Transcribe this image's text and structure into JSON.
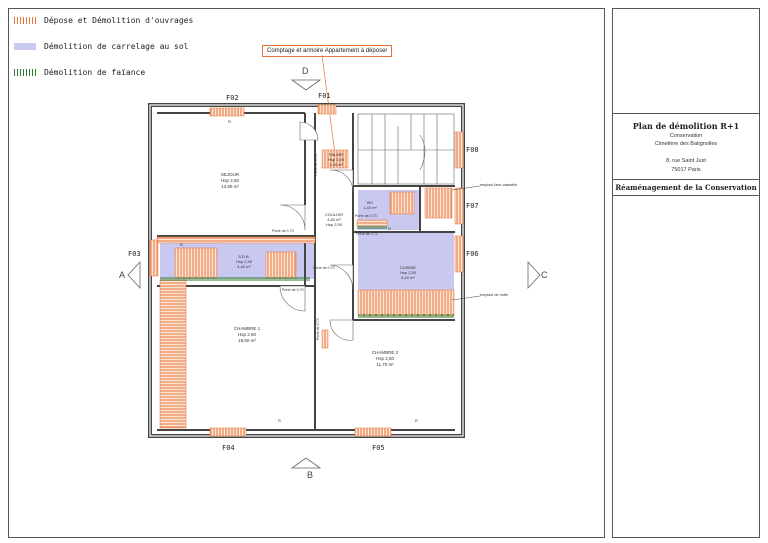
{
  "legend": [
    {
      "label": "Dépose et Démolition d'ouvrages",
      "swatch": "orange-hatch",
      "color": "#e8743b"
    },
    {
      "label": "Démolition de carrelage au sol",
      "swatch": "blue-fill",
      "color": "#c8c8f0"
    },
    {
      "label": "Démolition de faïance",
      "swatch": "green-hatch",
      "color": "#2f7d2f"
    }
  ],
  "callout": "Comptage et armoire Appartement à déposer",
  "section_markers": {
    "top": "D",
    "bottom": "B",
    "left": "A",
    "right": "C"
  },
  "windows": {
    "f01": "F01",
    "f02": "F02",
    "f03": "F03",
    "f04": "F04",
    "f05": "F05",
    "f06": "F06",
    "f07": "F07",
    "f08": "F08"
  },
  "rooms": {
    "sejour": {
      "name": "SEJOUR",
      "hsp": "Hsp 2,50",
      "area": "13,80 m²"
    },
    "palier": {
      "name": "PALIER",
      "hsp": "Hsp 2,50",
      "area": "1,90 m²"
    },
    "couloir": {
      "name": "COULOIR",
      "area": "4,80 m²",
      "hsp": "Hsp 2,50"
    },
    "wc": {
      "name": "WC",
      "area": "1,40 m²"
    },
    "sdb": {
      "name": "S.D.B.",
      "hsp": "Hsp 2,50",
      "area": "4,40 m²"
    },
    "cuisine": {
      "name": "CUISINE",
      "hsp": "Hsp 2,50",
      "area": "8,40 m²"
    },
    "chambre1": {
      "name": "CHAMBRE 1",
      "hsp": "Hsp 2,60",
      "area": "19,50 m²"
    },
    "chambre2": {
      "name": "CHAMBRE 2",
      "hsp": "Hsp 2,50",
      "area": "11,70 m²"
    }
  },
  "door_labels": {
    "d1": "Porte de 0,70",
    "d2": "Porte de 0,70",
    "d3": "Porte de 0,70",
    "d4": "Porte de 0,70",
    "d5": "Porte de 0,73",
    "d6": "Porte de 0,73",
    "d7": "Porte de 0,73"
  },
  "notes": {
    "lave_vaisselle": "emplact lave-vaisselle",
    "hotte": "emplact de hotte"
  },
  "radiator_mark": "R",
  "title_block": {
    "title": "Plan de démolition R+1",
    "line1": "Conservation",
    "line2": "Cimetière des Batignolles",
    "address1": "8, rue Saint Just",
    "address2": "75017 Paris",
    "project": "Réaménagement de la Conservation"
  }
}
